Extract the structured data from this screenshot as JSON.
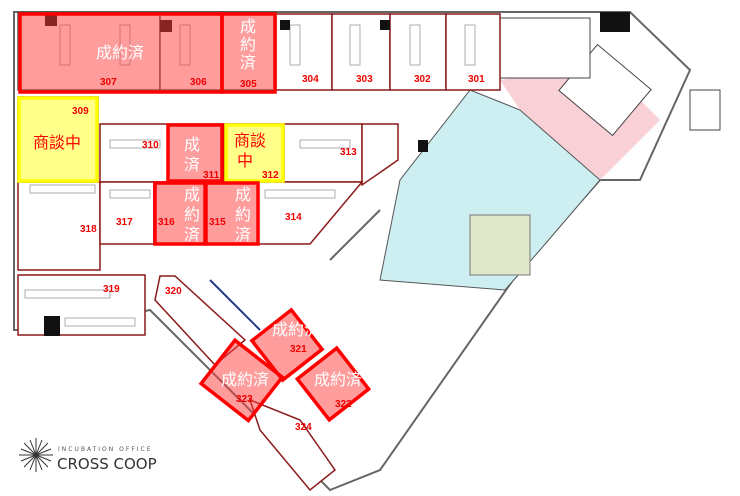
{
  "rooms": {
    "r301": "301",
    "r302": "302",
    "r303": "303",
    "r304": "304",
    "r305": "305",
    "r306": "306",
    "r307": "307",
    "r309": "309",
    "r310": "310",
    "r311": "311",
    "r312": "312",
    "r313": "313",
    "r314": "314",
    "r315": "315",
    "r316": "316",
    "r317": "317",
    "r318": "318",
    "r319": "319",
    "r320": "320",
    "r321": "321",
    "r322": "322",
    "r323": "323",
    "r324": "324"
  },
  "status": {
    "contracted": "成約済",
    "negotiating": "商談中"
  },
  "status_lines": {
    "c1": "成",
    "c2": "約",
    "c3": "済",
    "n12": "商談",
    "n3": "中"
  },
  "logo": {
    "tagline": "INCUBATION OFFICE",
    "name": "CROSS COOP"
  },
  "colors": {
    "contracted": "#ff3c3c",
    "negotiating": "#ffff3c",
    "lounge": "#cdeff2",
    "pink": "#f8d0d6"
  }
}
